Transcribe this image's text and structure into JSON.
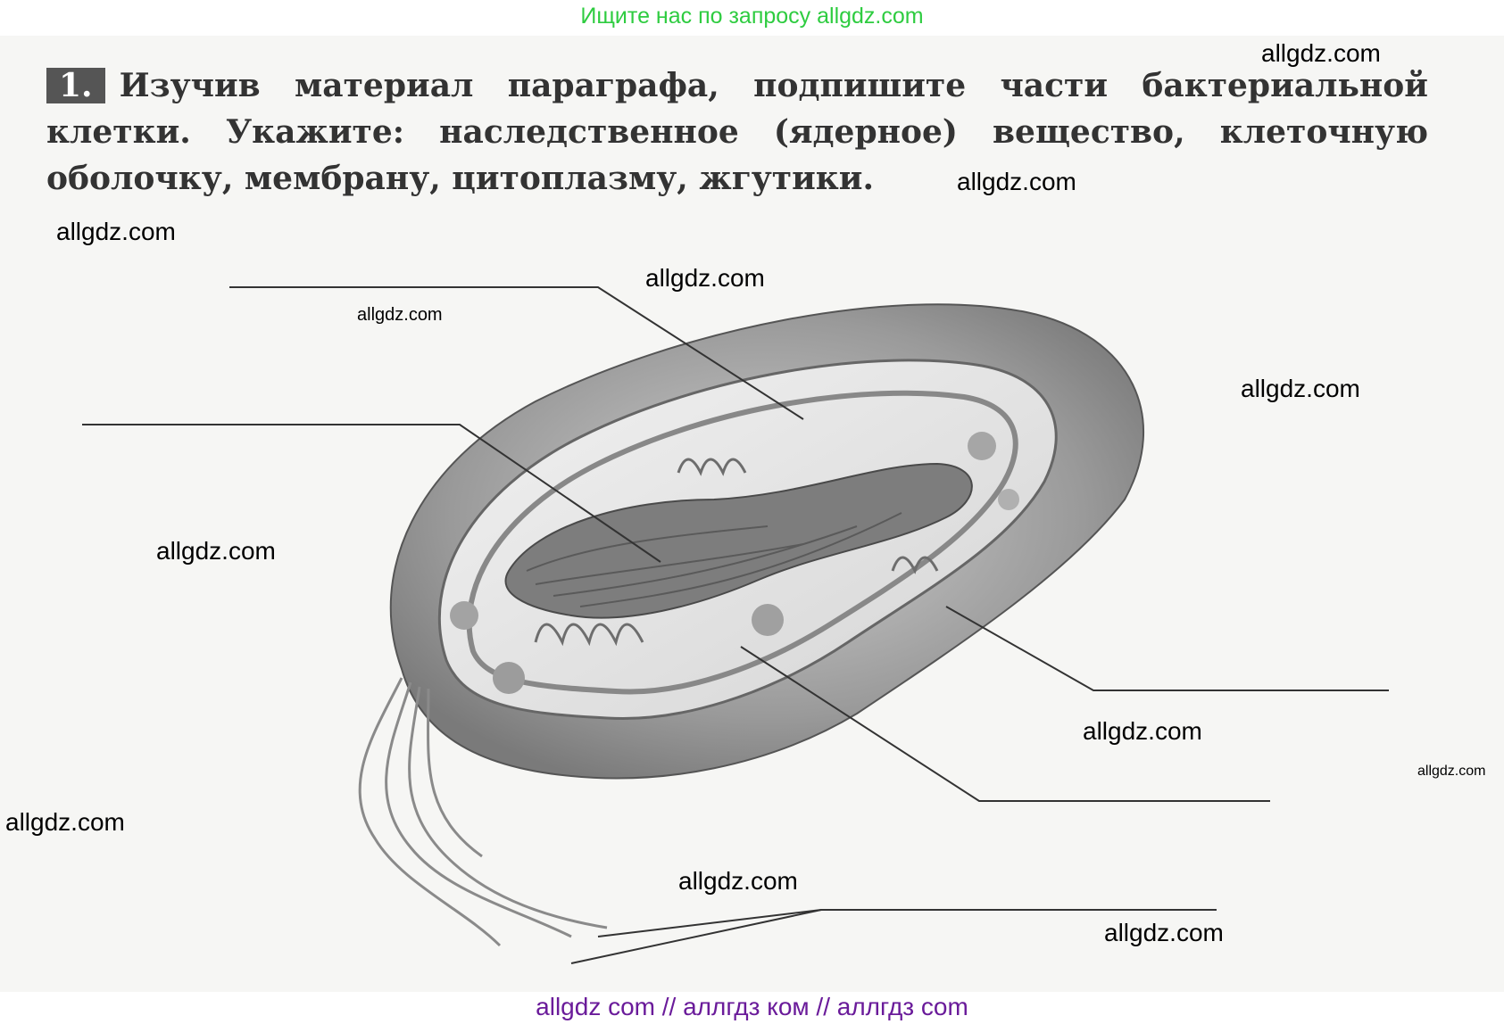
{
  "header": {
    "search_hint": "Ищите нас по запросу allgdz.com",
    "color": "#2ecc40"
  },
  "task": {
    "number": "1.",
    "text": "Изучив материал параграфа, подпишите части бактериальной клетки. Укажите: наследственное (ядерное) вещество, клеточную оболочку, мембрану, цитоплазму, жгутики."
  },
  "watermarks": {
    "w1": "allgdz.com",
    "w2": "allgdz.com",
    "w3": "allgdz.com",
    "w4": "allgdz.com",
    "w5": "allgdz.com",
    "w6": "allgdz.com",
    "w7": "allgdz.com",
    "w8": "allgdz.com",
    "w9": "allgdz.com",
    "w10": "allgdz.com",
    "w11": "allgdz.com",
    "w12": "allgdz.com"
  },
  "footer": {
    "text": "allgdz com  //  аллгдз ком  //  аллгдз com",
    "color": "#6a1b9a"
  },
  "figure": {
    "subject": "bacterial-cell",
    "label_lines_count": 5
  }
}
